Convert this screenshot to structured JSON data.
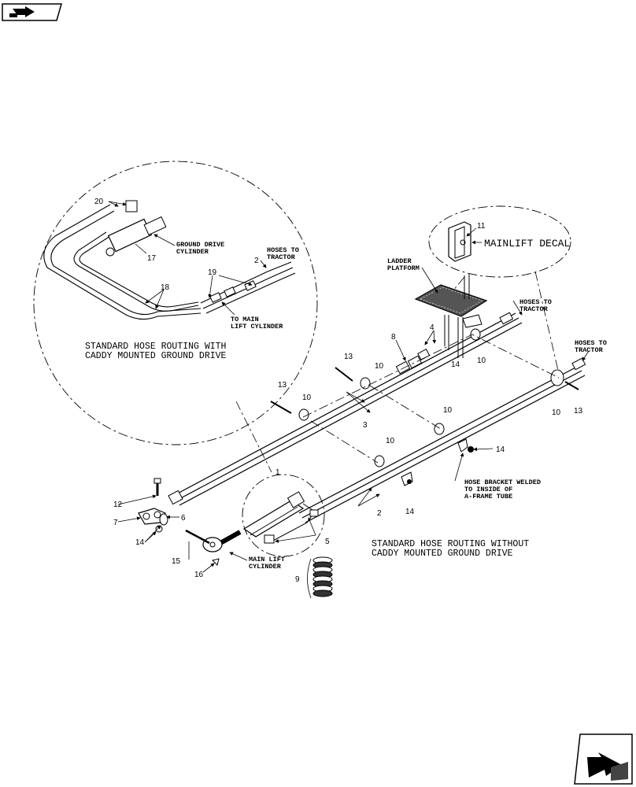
{
  "labels": {
    "ground_drive_cylinder_1": "GROUND DRIVE",
    "ground_drive_cylinder_2": "CYLINDER",
    "hoses_to_tractor_a1": "HOSES TO",
    "hoses_to_tractor_a2": "TRACTOR",
    "to_main_lift_1": "TO MAIN",
    "to_main_lift_2": "LIFT CYLINDER",
    "caddy_title_1": "STANDARD HOSE ROUTING WITH",
    "caddy_title_2": "CADDY MOUNTED GROUND DRIVE",
    "ladder_1": "LADDER",
    "ladder_2": "PLATFORM",
    "decal": "MAINLIFT DECAL",
    "hoses_to_tractor_b1": "HOSES TO",
    "hoses_to_tractor_b2": "TRACTOR",
    "hoses_to_tractor_c1": "HOSES TO",
    "hoses_to_tractor_c2": "TRACTOR",
    "bracket_1": "HOSE BRACKET WELDED",
    "bracket_2": "TO INSIDE OF",
    "bracket_3": "A-FRAME TUBE",
    "main_lift_1": "MAIN LIFT",
    "main_lift_2": "CYLINDER",
    "std_title_1": "STANDARD HOSE ROUTING WITHOUT",
    "std_title_2": "CADDY MOUNTED GROUND DRIVE"
  },
  "callouts": {
    "c20": "20",
    "c17": "17",
    "c2a": "2",
    "c19": "19",
    "c18": "18",
    "c11": "11",
    "c4": "4",
    "c8": "8",
    "c13a": "13",
    "c10a": "10",
    "c14a": "14",
    "c10b": "10",
    "c13b": "13",
    "c10c": "10",
    "c3": "3",
    "c10d": "10",
    "c10e": "10",
    "c10f": "10",
    "c13c": "13",
    "c14b": "14",
    "c12": "12",
    "c7": "7",
    "c6": "6",
    "c14c": "14",
    "c14d": "14",
    "c2b": "2",
    "c5": "5",
    "c1": "1",
    "c15": "15",
    "c16": "16",
    "c9": "9"
  }
}
